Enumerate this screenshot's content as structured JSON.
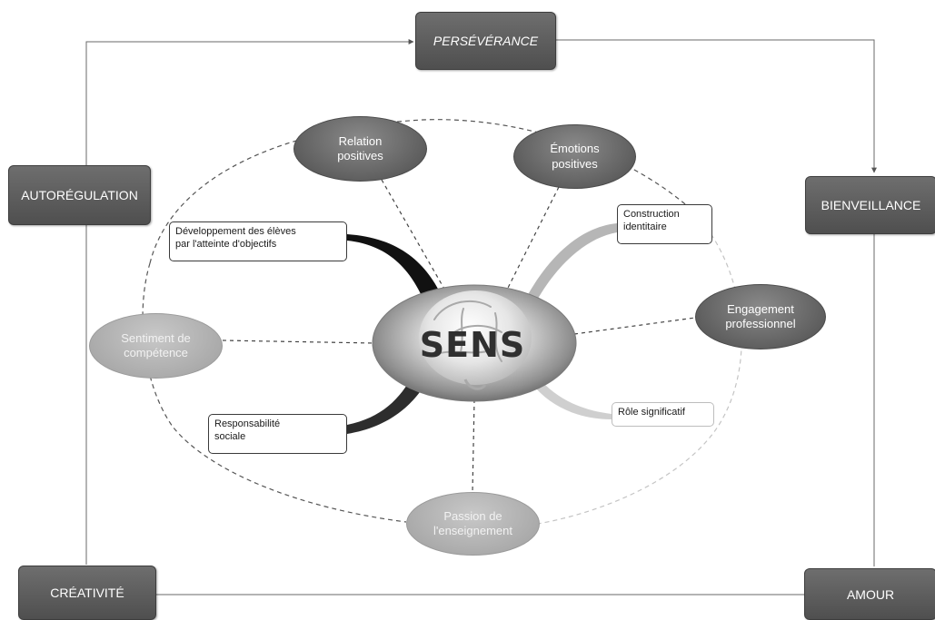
{
  "corners": {
    "perseverance": "PERSÉVÉRANCE",
    "autoregulation": "AUTORÉGULATION",
    "bienveillance": "BIENVEILLANCE",
    "creativite": "CRÉATIVITÉ",
    "amour": "AMOUR"
  },
  "ovals": {
    "relation": "Relation\npositives",
    "emotions": "Émotions\npositives",
    "engagement": "Engagement\nprofessionnel",
    "sentiment": "Sentiment de\ncompétence",
    "passion": "Passion de\nl'enseignement"
  },
  "labels": {
    "developpement": "Développement des élèves\npar l'atteinte d'objectifs",
    "construction": "Construction\nidentitaire",
    "role": "Rôle significatif",
    "responsabilite": "Responsabilité\nsociale"
  },
  "center": "SENS",
  "icons": {
    "center": "brain-icon"
  },
  "colors": {
    "corner_box": "#5b5b5b",
    "dark_oval": "#6f6f6f",
    "light_oval": "#b4b4b4",
    "center_text": "#303030"
  }
}
